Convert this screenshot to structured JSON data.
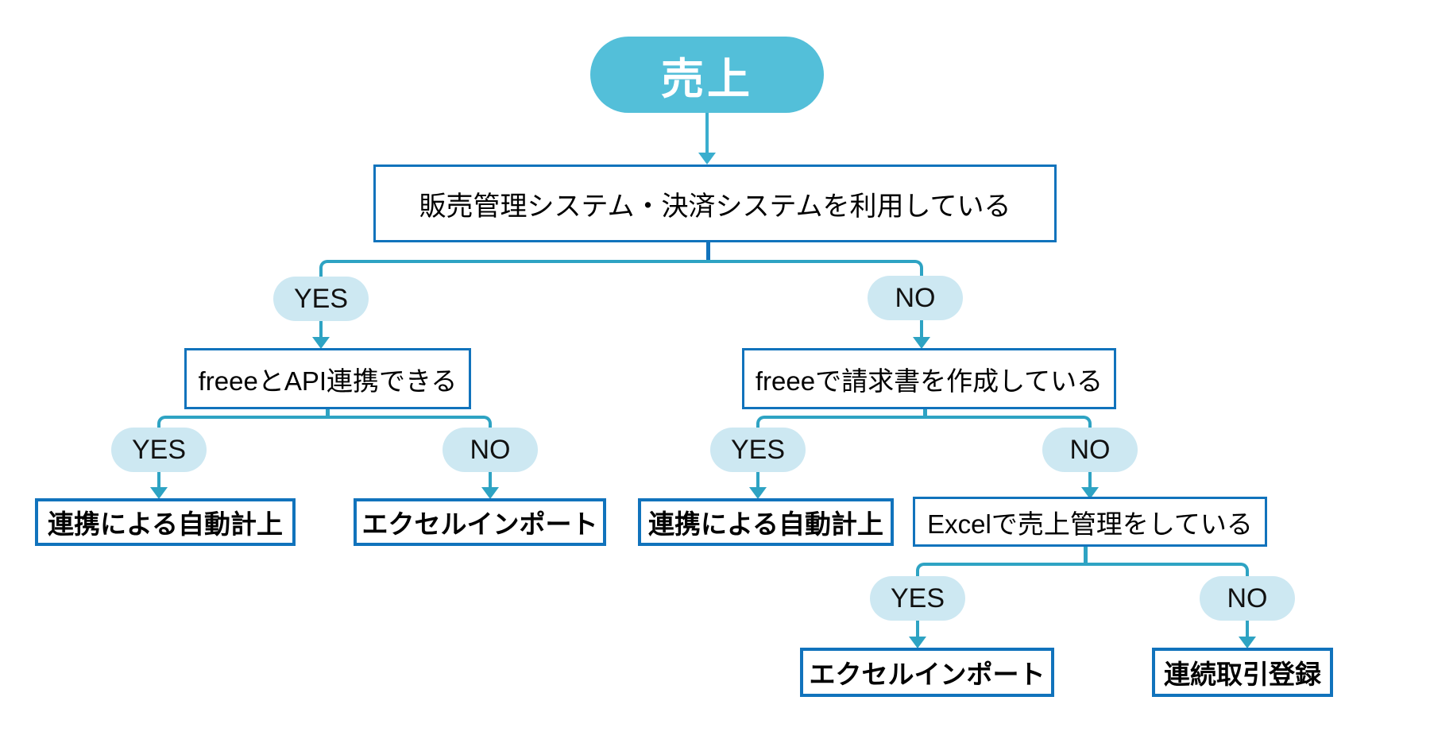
{
  "flowchart": {
    "root": {
      "label": "売上"
    },
    "questions": {
      "q1": "販売管理システム・決済システムを利用している",
      "q2_left": "freeeとAPI連携できる",
      "q2_right": "freeeで請求書を作成している",
      "q3": "Excelで売上管理をしている"
    },
    "results": {
      "auto_left": "連携による自動計上",
      "excel_left": "エクセルインポート",
      "auto_right": "連携による自動計上",
      "excel_bottom": "エクセルインポート",
      "renzoku": "連続取引登録"
    },
    "branch_labels": {
      "yes": "YES",
      "no": "NO"
    },
    "colors": {
      "root_fill": "#53BFD9",
      "branch_pill_fill": "#CDE8F2",
      "box_border": "#1173BC",
      "connector": "#2EA3C3",
      "arrow": "#3AAECE",
      "text": "#000000"
    }
  }
}
